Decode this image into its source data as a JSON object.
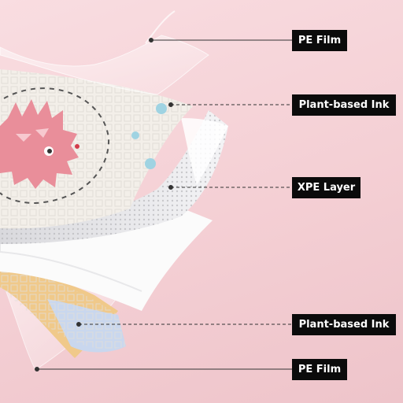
{
  "labels": {
    "pe_film_top": "PE Film",
    "ink_top": "Plant-based Ink",
    "xpe_layer": "XPE Layer",
    "ink_bottom": "Plant-based Ink",
    "pe_film_bottom": "PE Film"
  },
  "colors": {
    "background": "#f6d2d6",
    "label_bg": "#0b0b0b",
    "label_text": "#ffffff",
    "accent_pink": "#e98e9a",
    "accent_blue": "#9fd3e2",
    "accent_yellow": "#f0c98a"
  }
}
